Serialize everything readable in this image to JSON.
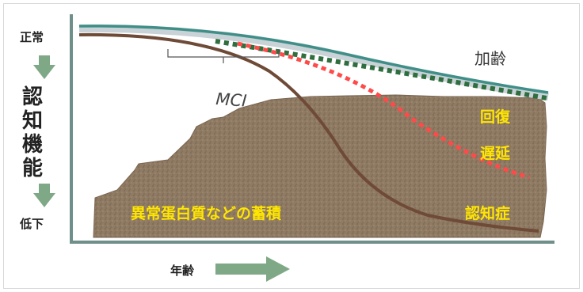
{
  "y_axis": {
    "top_label": "正常",
    "bottom_label": "低下",
    "vertical_title": [
      "認",
      "知",
      "機",
      "能"
    ]
  },
  "x_axis": {
    "label": "年齢"
  },
  "curves": {
    "aging_label": "加齢",
    "recovery_label": "回復",
    "delay_label": "遅延",
    "dementia_label": "認知症",
    "mci_label": "MCI"
  },
  "accumulation_label": "異常蛋白質などの蓄積",
  "colors": {
    "aging_line": "#3f8f88",
    "dementia_line": "#6e4a37",
    "recovery_dots": "#2f6e3e",
    "delay_dots": "#ff4a4a",
    "deposit_fill": "#8f7a63",
    "highlight_text": "#ffe600",
    "arrow_green": "#7fa886"
  }
}
